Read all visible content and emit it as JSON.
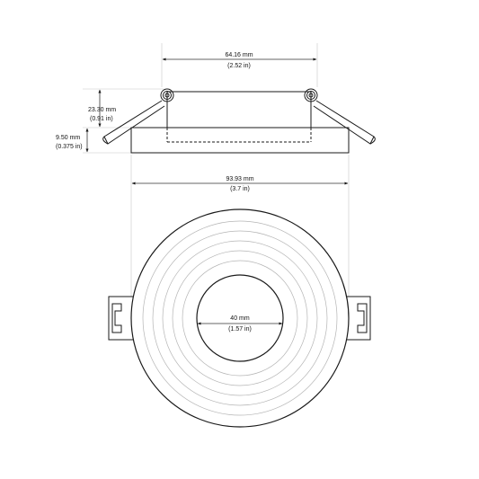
{
  "colors": {
    "line": "#1a1a1a",
    "dim": "#333333",
    "ring": "#b5b5b5",
    "ext": "#c8c8c8"
  },
  "dimensions": {
    "top_width": {
      "mm": "64.16 mm",
      "in": "(2.52 in)"
    },
    "total_height": {
      "mm": "23.30 mm",
      "in": "(0.91 in)"
    },
    "flange_height": {
      "mm": "9.50 mm",
      "in": "(0.375 in)"
    },
    "outer_diameter": {
      "mm": "93.93 mm",
      "in": "(3.7 in)"
    },
    "inner_diameter": {
      "mm": "40 mm",
      "in": "(1.57 in)"
    }
  }
}
